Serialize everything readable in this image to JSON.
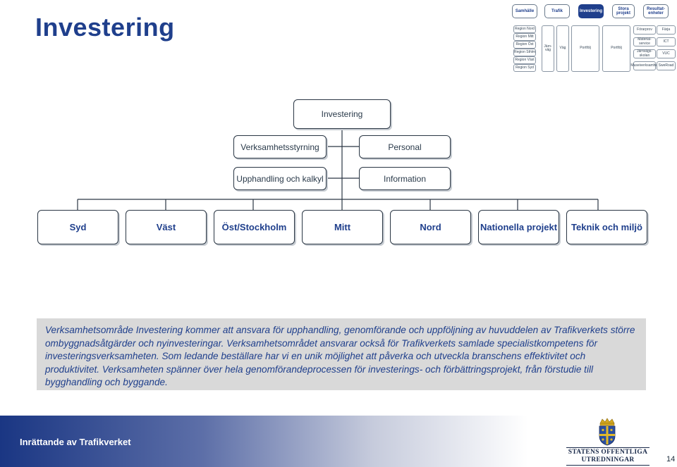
{
  "slide": {
    "title": "Investering"
  },
  "nav": {
    "tabs": [
      {
        "label": "Samhälle"
      },
      {
        "label": "Trafik"
      },
      {
        "label": "Investering"
      },
      {
        "label": "Stora projekt"
      },
      {
        "label": "Resultat-enheter"
      }
    ],
    "active_tab": "Investering",
    "regions": [
      "Region Nord",
      "Region Mitt",
      "Region Öst",
      "Region Sthlm",
      "Region Väst",
      "Region Syd"
    ],
    "columns": [
      "Järn-väg",
      "Väg",
      "Portfölj",
      "Portfölj"
    ],
    "services": [
      "Förarprov",
      "Material-service",
      "Järnvägs-skolan",
      "Museiverksamhet"
    ],
    "units": [
      "Färja",
      "ICT",
      "VUC",
      "SweRoad"
    ]
  },
  "org": {
    "top": "Investering",
    "staff_row1": [
      "Verksamhetsstyrning",
      "Personal"
    ],
    "staff_row2": [
      "Upphandling och kalkyl",
      "Information"
    ],
    "units": [
      "Syd",
      "Väst",
      "Öst/Stockholm",
      "Mitt",
      "Nord",
      "Nationella projekt",
      "Teknik och miljö"
    ]
  },
  "paragraph": "Verksamhetsområde Investering kommer att ansvara för upphandling, genomförande och uppföljning av huvuddelen av Trafikverkets större ombyggnadsåtgärder och nyinvesteringar. Verksamhetsområdet ansvarar också för Trafikverkets samlade specialistkompetens för investeringsverksamheten. Som ledande beställare har vi en unik möjlighet att påverka och utveckla branschens effektivitet och produktivitet. Verksamheten spänner över hela genomförandeprocessen för investerings- och förbättringsprojekt, från förstudie till bygghandling och byggande.",
  "footer": {
    "label": "Inrättande av Trafikverket",
    "wordmark_line1": "STATENS OFFENTLIGA",
    "wordmark_line2": "UTREDNINGAR",
    "page": "14"
  },
  "colors": {
    "brand_blue": "#1f3f8c",
    "band_grey": "#d9d9d9"
  }
}
